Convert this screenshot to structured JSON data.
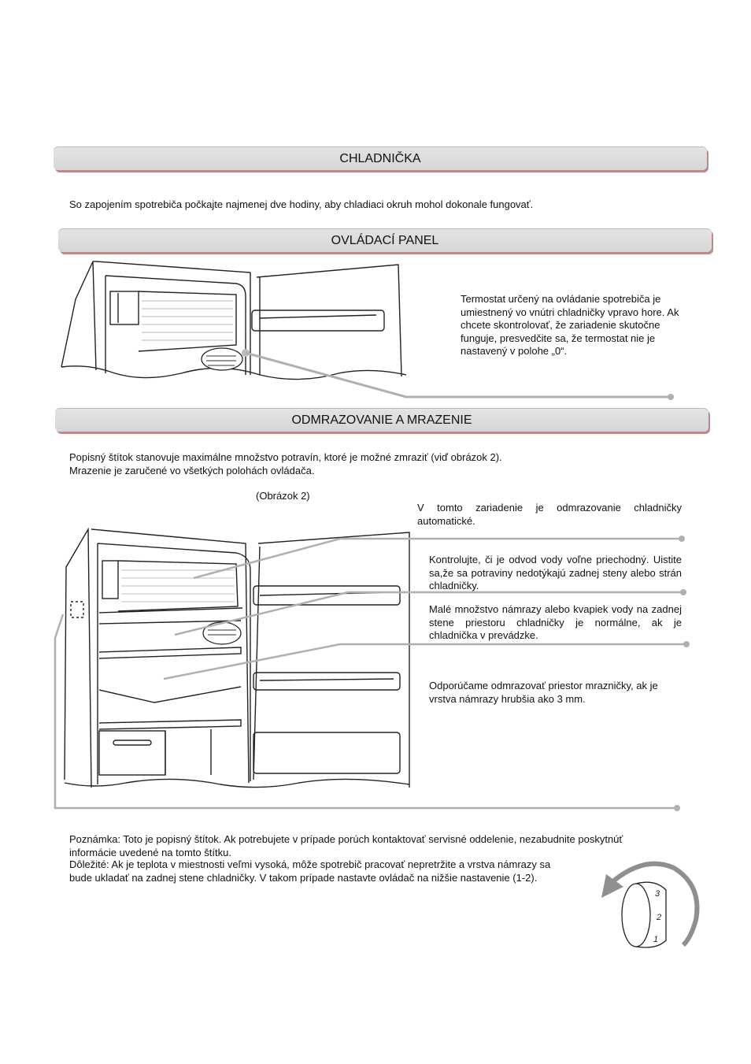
{
  "sections": {
    "fridge_title": "CHLADNIČKA",
    "control_title": "OVLÁDACÍ PANEL",
    "defrost_title": "ODMRAZOVANIE A MRAZENIE"
  },
  "intro": "So zapojením spotrebiča počkajte najmenej dve hodiny, aby chladiaci okruh mohol dokonale fungovať.",
  "thermostat_text": "Termostat určený na ovládanie spotrebiča je umiestnený vo vnútri chladničky vpravo hore. Ak chcete skontrolovať, že zariadenie skutočne funguje, presvedčite sa, že termostat nie je nastavený v polohe „0“.",
  "defrost_intro": [
    "Popisný štítok stanovuje maximálne množstvo potravín, ktoré je možné zmraziť (viď obrázok 2).",
    "Mrazenie je zaručené vo všetkých polohách ovládača."
  ],
  "figure_caption": "(Obrázok 2)",
  "notes": {
    "n1": "V tomto zariadenie je odmrazovanie chladničky automatické.",
    "n2": "Kontrolujte, či je odvod vody voľne priechodný. Uistite sa,že sa potraviny nedotýkajú zadnej steny alebo strán chladničky.",
    "n3": "Malé množstvo námrazy alebo kvapiek vody na zadnej stene priestoru chladničky je normálne, ak je chladnička v prevádzke.",
    "n4": "Odporúčame odmrazovať priestor mrazničky, ak je vrstva námrazy hrubšia ako 3 mm."
  },
  "footer": [
    "Poznámka: Toto je popisný štítok. Ak potrebujete v prípade porúch kontaktovať servisné oddelenie, nezabudnite poskytnúť informácie uvedené na tomto štítku.",
    "Dôležité: Ak je teplota v miestnosti veľmi vysoká, môže spotrebič pracovať nepretržite a vrstva námrazy sa bude ukladať na zadnej stene chladničky. V takom prípade nastavte ovládač na nižšie nastavenie (1-2)."
  ],
  "dial_labels": [
    "3",
    "2",
    "1"
  ],
  "colors": {
    "bar": "#dadada",
    "bar_shadow": "#b98b8b",
    "leader": "#b0b0b0"
  }
}
